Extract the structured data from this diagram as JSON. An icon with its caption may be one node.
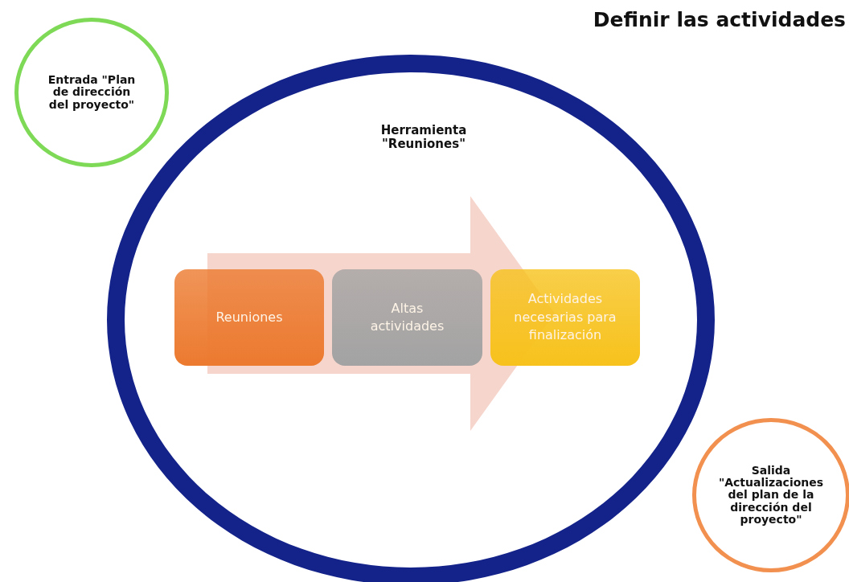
{
  "diagram": {
    "title": "Definir las actividades",
    "nodes": [
      {
        "text": [
          "Entrada \"Plan de dirección del proyecto\""
        ]
      },
      {
        "text": [
          "Herramienta \"Reuniones\""
        ]
      },
      {
        "text": [
          "Reuniones"
        ],
        "in": 1
      },
      {
        "text": [
          "Altas actividades"
        ],
        "in": 1
      },
      {
        "text": [
          "Actividades necesarias para finalización"
        ],
        "in": 1
      },
      {
        "text": [
          "Salida \"Actualizaciones del plan de la dirección del proyecto\""
        ]
      }
    ],
    "edges": [
      {
        "from": 2,
        "to": 4,
        "arrow": "to",
        "style": "thick"
      }
    ]
  }
}
